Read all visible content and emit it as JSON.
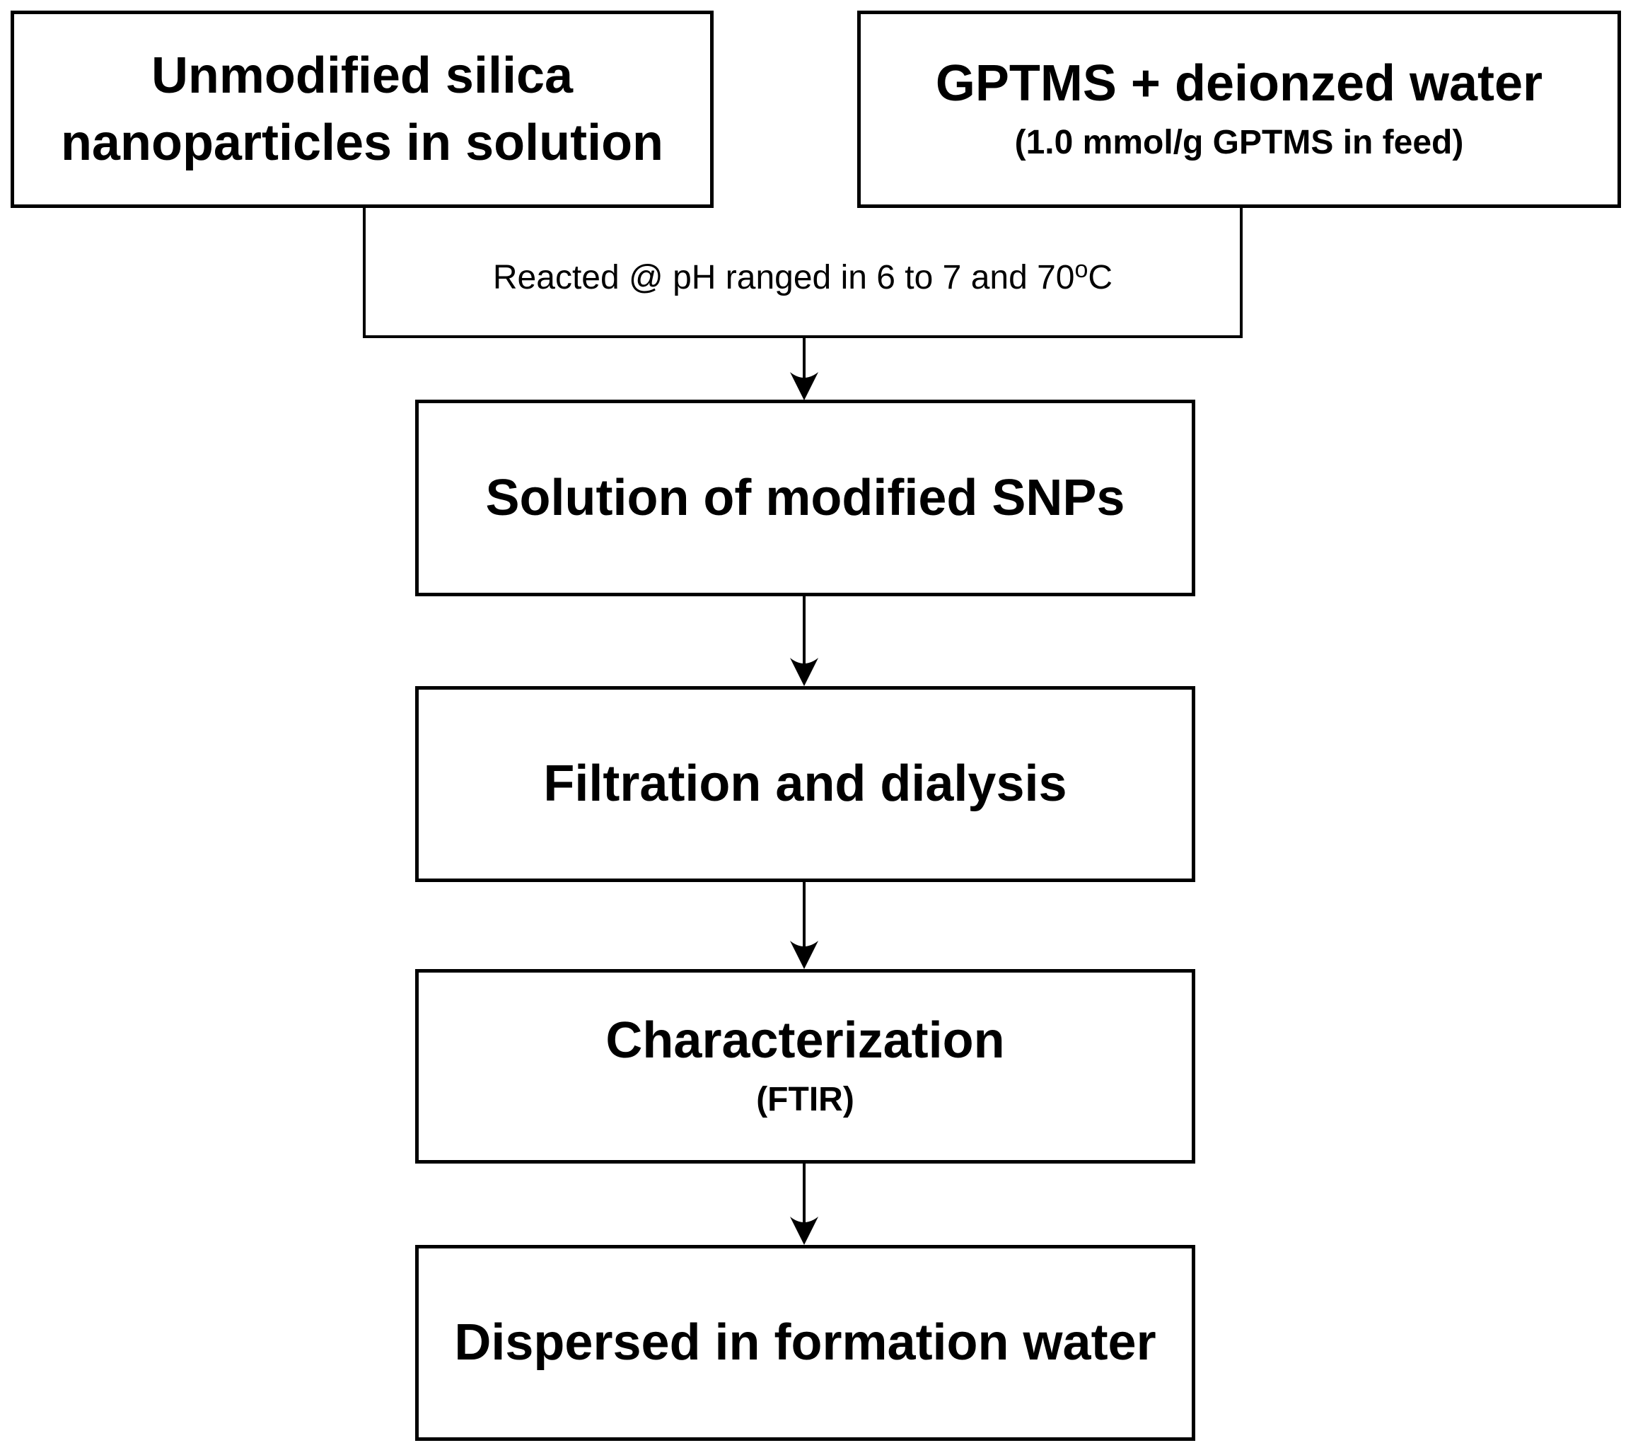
{
  "diagram": {
    "title_implicit": "Surface modification flowchart of silica nanoparticles",
    "colors": {
      "background": "#ffffff",
      "line": "#000000",
      "text": "#000000"
    },
    "nodes": {
      "unmodified_silica": {
        "line1": "Unmodified silica",
        "line2": "nanoparticles in solution"
      },
      "gptms": {
        "title": "GPTMS + deionzed water",
        "subtitle": "(1.0 mmol/g GPTMS in feed)"
      },
      "solution": {
        "label": "Solution of modified SNPs"
      },
      "filtration": {
        "label": "Filtration and dialysis"
      },
      "characterization": {
        "title": "Characterization",
        "subtitle": "(FTIR)"
      },
      "dispersed": {
        "label": "Dispersed in formation water"
      }
    },
    "reaction_note": {
      "text": "Reacted @ pH ranged in 6 to 7 and 70",
      "degree_symbol": "o",
      "unit": "C"
    },
    "edges": [
      {
        "from": "unmodified_silica",
        "to": "reaction_junction"
      },
      {
        "from": "gptms",
        "to": "reaction_junction"
      },
      {
        "from": "reaction_junction",
        "to": "solution"
      },
      {
        "from": "solution",
        "to": "filtration"
      },
      {
        "from": "filtration",
        "to": "characterization"
      },
      {
        "from": "characterization",
        "to": "dispersed"
      }
    ]
  }
}
